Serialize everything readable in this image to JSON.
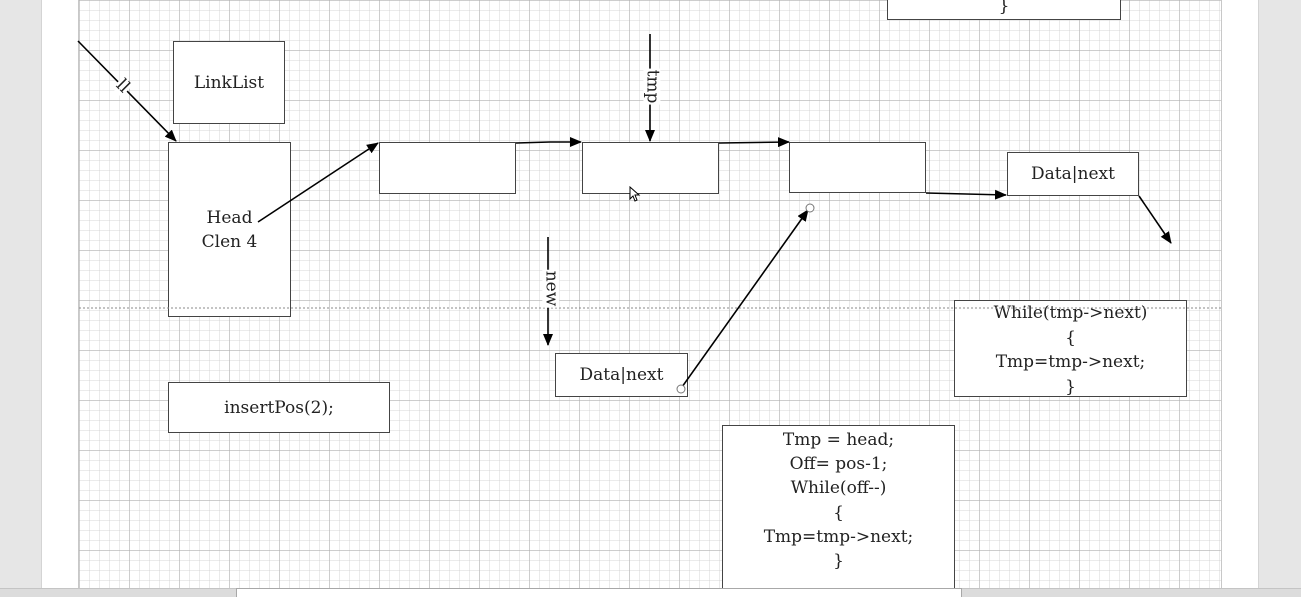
{
  "diagram": {
    "nodes": {
      "linklist": "LinkList",
      "head": "Head\nClen 4",
      "node1": "",
      "node2": "",
      "node3": "",
      "node4": "Data|next",
      "new_node": "Data|next",
      "insert_call": "insertPos(2);",
      "while_loop": "While(tmp->next)\n{\nTmp=tmp->next;\n}",
      "find_pos_code": "Tmp = head;\nOff= pos-1;\nWhile(off--)\n{\nTmp=tmp->next;\n}",
      "top_box": "}"
    },
    "labels": {
      "ll": "ll",
      "tmp": "tmp",
      "new": "new"
    }
  },
  "colors": {
    "line": "#000000",
    "box_border": "#444444",
    "grid": "#aaaaaa",
    "dotted_line": "#888888"
  }
}
